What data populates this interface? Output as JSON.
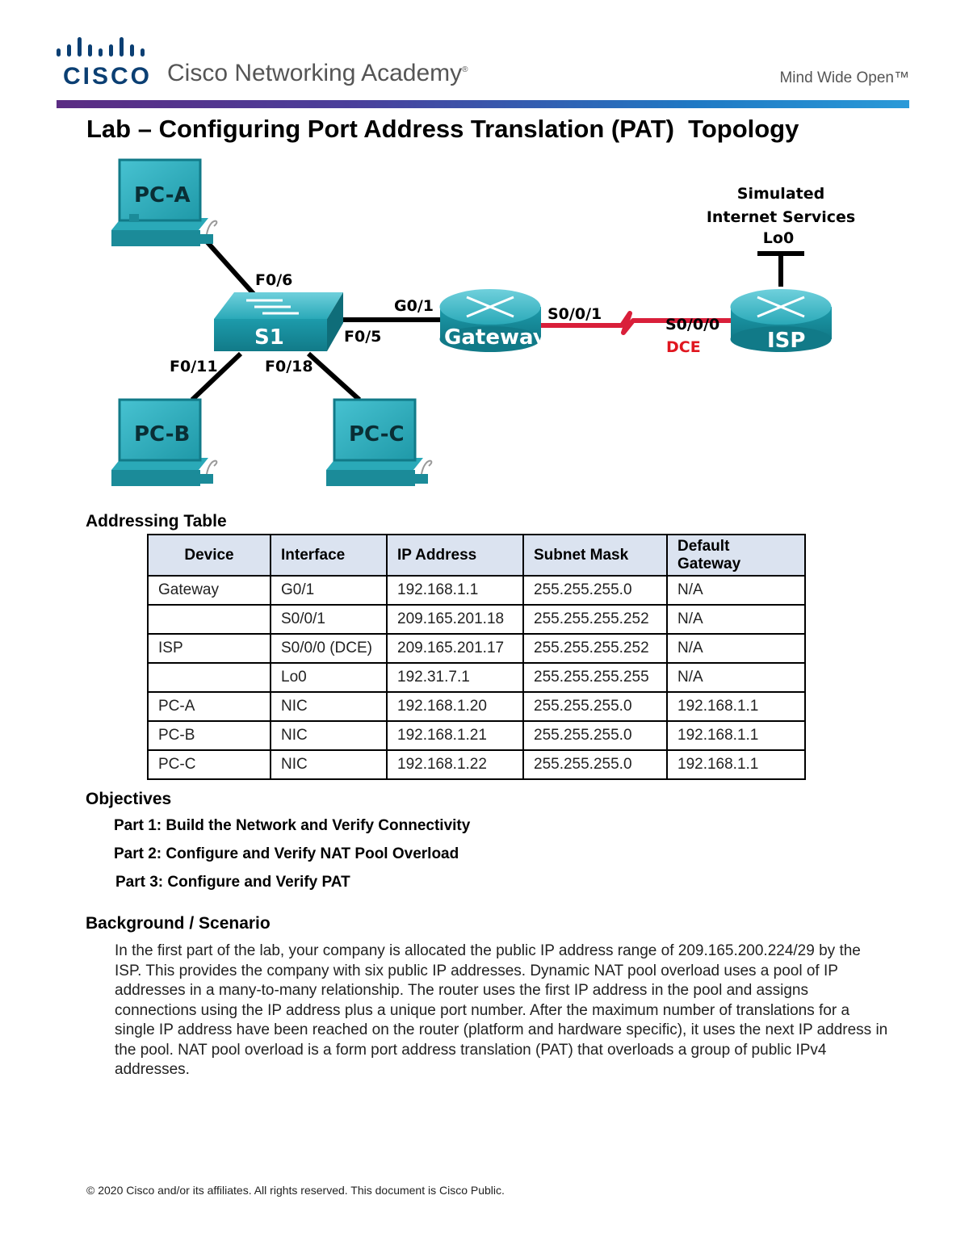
{
  "header": {
    "logo_word": "CISCO",
    "academy_text": "Cisco Networking Academy",
    "academy_mark": "®",
    "tagline": "Mind Wide Open™"
  },
  "title": "Lab – Configuring Port Address Translation (PAT)  Topology",
  "topology": {
    "devices": {
      "pc_a": "PC-A",
      "pc_b": "PC-B",
      "pc_c": "PC-C",
      "switch": "S1",
      "gateway": "Gateway",
      "isp": "ISP"
    },
    "cloud_label_line1": "Simulated",
    "cloud_label_line2": "Internet Services",
    "cloud_label_line3": "Lo0",
    "ports": {
      "s1_pca": "F0/6",
      "s1_gateway": "F0/5",
      "s1_pcb": "F0/11",
      "s1_pcc": "F0/18",
      "gateway_s1": "G0/1",
      "gateway_isp": "S0/0/1",
      "isp_gateway": "S0/0/0",
      "dce": "DCE"
    },
    "colors": {
      "device": "#1d9bab",
      "serial_link": "#d91f3a",
      "dce": "#e0161f"
    }
  },
  "addressing": {
    "heading": "Addressing Table",
    "columns": [
      "Device",
      "Interface",
      "IP Address",
      "Subnet Mask",
      "Default Gateway"
    ],
    "rows": [
      [
        "Gateway",
        "G0/1",
        "192.168.1.1",
        "255.255.255.0",
        "N/A"
      ],
      [
        "",
        "S0/0/1",
        "209.165.201.18",
        "255.255.255.252",
        "N/A"
      ],
      [
        "ISP",
        "S0/0/0 (DCE)",
        "209.165.201.17",
        "255.255.255.252",
        "N/A"
      ],
      [
        "",
        "Lo0",
        "192.31.7.1",
        "255.255.255.255",
        "N/A"
      ],
      [
        "PC-A",
        "NIC",
        "192.168.1.20",
        "255.255.255.0",
        "192.168.1.1"
      ],
      [
        "PC-B",
        "NIC",
        "192.168.1.21",
        "255.255.255.0",
        "192.168.1.1"
      ],
      [
        "PC-C",
        "NIC",
        "192.168.1.22",
        "255.255.255.0",
        "192.168.1.1"
      ]
    ]
  },
  "objectives": {
    "heading": "Objectives",
    "part1": "Part 1: Build the Network and Verify Connectivity",
    "part2": "Part 2: Configure and Verify NAT Pool Overload",
    "part3": "Part 3: Configure and Verify PAT"
  },
  "background": {
    "heading": "Background / Scenario",
    "text": "In the first part of the lab, your company is allocated the public IP address range of 209.165.200.224/29 by the ISP. This provides the company with six public IP addresses. Dynamic NAT pool overload uses a pool of IP addresses in a many-to-many relationship. The router uses the first IP address in the pool and assigns connections using the IP address plus a unique port number. After the maximum number of translations for a single IP address have been reached on the router (platform and hardware specific), it uses the next IP address in the pool. NAT pool overload is a form port address translation (PAT) that overloads a group of public IPv4 addresses."
  },
  "footer": "© 2020 Cisco and/or its affiliates. All rights reserved. This document is Cisco Public."
}
